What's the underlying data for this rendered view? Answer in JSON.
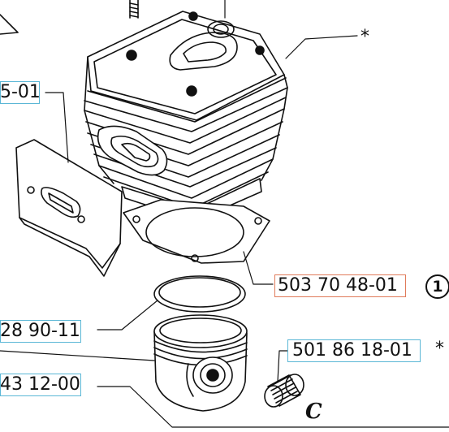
{
  "labels": {
    "cylinder_partial": "5-01",
    "asterisk_top": "*",
    "gasket": "503 70 48-01",
    "gasket_callout": "1",
    "ring_partial": "28 90-11",
    "bearing": "501 86 18-01",
    "bearing_asterisk": "*",
    "piston_partial": "43 12-00",
    "circlip": "C"
  }
}
